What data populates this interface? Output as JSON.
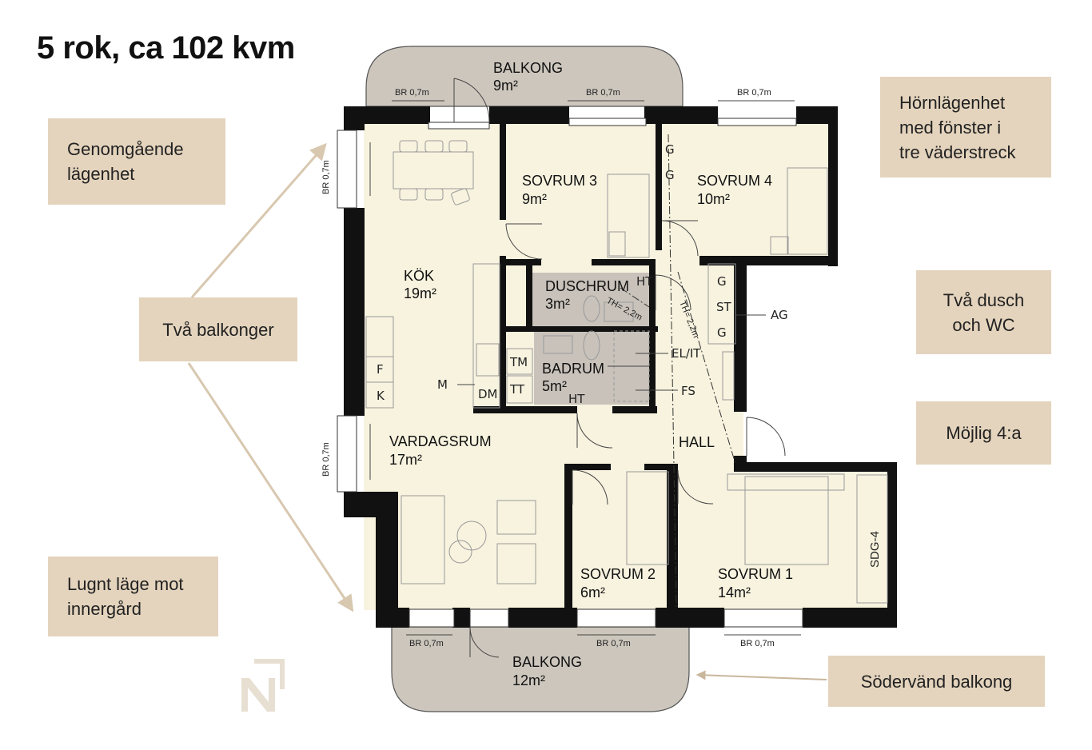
{
  "title": "5 rok, ca 102 kvm",
  "callouts": {
    "genomgaende": "Genomgående\nlägenhet",
    "tva_balkonger": "Två balkonger",
    "lugnt_lage": "Lugnt läge mot\ninnergård",
    "hornlagenhet": "Hörnlägenhet\nmed fönster i\ntre väderstreck",
    "tva_dusch": "Två dusch\noch WC",
    "mojlig": "Möjlig 4:a",
    "sodervand": "Södervänd balkong"
  },
  "rooms": {
    "balkong_north": {
      "name": "BALKONG",
      "area": "9m²"
    },
    "balkong_south": {
      "name": "BALKONG",
      "area": "12m²"
    },
    "sovrum3": {
      "name": "SOVRUM 3",
      "area": "9m²"
    },
    "sovrum4": {
      "name": "SOVRUM 4",
      "area": "10m²"
    },
    "kok": {
      "name": "KÖK",
      "area": "19m²"
    },
    "duschrum": {
      "name": "DUSCHRUM",
      "area": "3m²"
    },
    "badrum": {
      "name": "BADRUM",
      "area": "5m²"
    },
    "vardagsrum": {
      "name": "VARDAGSRUM",
      "area": "17m²"
    },
    "hall": {
      "name": "HALL"
    },
    "sovrum2": {
      "name": "SOVRUM 2",
      "area": "6m²"
    },
    "sovrum1": {
      "name": "SOVRUM 1",
      "area": "14m²"
    }
  },
  "window_labels": {
    "br_balcony_north": "BR 0,7m",
    "br_sovrum3": "BR 0,7m",
    "br_sovrum4": "BR 0,7m",
    "br_west_kok": "BR 0,7m",
    "br_west_vardag": "BR 0,7m",
    "br_south_1": "BR 0,7m",
    "br_south_2": "BR 0,7m",
    "br_south_3": "BR 0,7m"
  },
  "fixture_labels": {
    "g1": "G",
    "g2": "G",
    "g3": "G",
    "g4": "G",
    "st": "ST",
    "ag": "AG",
    "elit": "EL/IT",
    "fs": "FS",
    "f": "F",
    "k": "K",
    "m": "M",
    "tm": "TM",
    "tt": "TT",
    "dm": "DM",
    "ht1": "HT",
    "ht2": "HT",
    "th1": "TH= 2,2m",
    "th2": "TH= 2,2m",
    "sdg": "SDG-4"
  },
  "colors": {
    "callout_bg": "#e4d4bd",
    "floor": "#f7f3df",
    "wet_room": "#c8c2ba",
    "balcony": "#ccc6bd",
    "wall": "#111111",
    "logo": "#e7dfd2",
    "arrow": "#d8c8b0"
  }
}
